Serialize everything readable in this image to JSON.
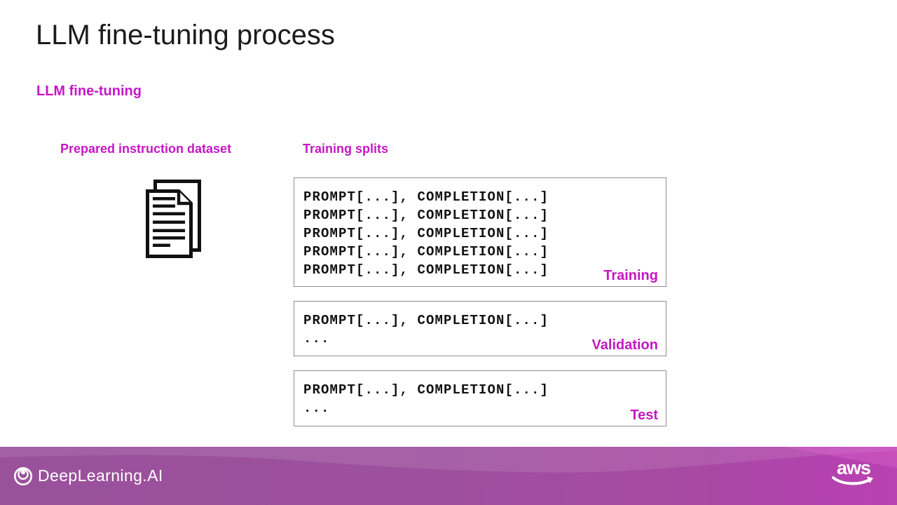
{
  "slide": {
    "title": "LLM fine-tuning process",
    "subtitle": "LLM fine-tuning",
    "dataset_heading": "Prepared instruction dataset",
    "splits_heading": "Training splits",
    "splits": [
      {
        "name": "Training",
        "lines": [
          "PROMPT[...], COMPLETION[...]",
          "PROMPT[...], COMPLETION[...]",
          "PROMPT[...], COMPLETION[...]",
          "PROMPT[...], COMPLETION[...]",
          "PROMPT[...], COMPLETION[...]"
        ]
      },
      {
        "name": "Validation",
        "lines": [
          "PROMPT[...], COMPLETION[...]",
          "..."
        ]
      },
      {
        "name": "Test",
        "lines": [
          "PROMPT[...], COMPLETION[...]",
          "..."
        ]
      }
    ]
  },
  "footer": {
    "brand": "DeepLearning.AI",
    "partner": "aws"
  },
  "icons": {
    "dataset": "document-pages-icon",
    "brand": "deeplearning-ai-rings-icon",
    "partner": "aws-smile-swoosh-icon"
  },
  "colors": {
    "magenta": "#c517c5",
    "title_text": "#1b1b1b",
    "box_border": "#8f8f8f",
    "footer_purple_left": "#9a519c",
    "footer_purple_right": "#ba41b1",
    "logo_white": "#ffffff"
  }
}
